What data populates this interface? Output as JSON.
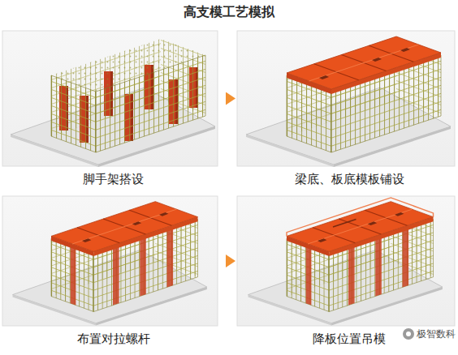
{
  "diagram": {
    "title": "高支模工艺模拟",
    "nodes": [
      {
        "text": [
          "脚手架搭设"
        ]
      },
      {
        "text": [
          "梁底、板底模板铺设"
        ]
      },
      {
        "text": [
          "布置对拉螺杆"
        ]
      },
      {
        "text": [
          "降板位置吊模"
        ]
      }
    ],
    "edges": [
      {
        "from": 0,
        "to": 1,
        "arrow": "to"
      },
      {
        "from": 2,
        "to": 3,
        "arrow": "to"
      }
    ],
    "labels": [
      "极智数科"
    ]
  }
}
